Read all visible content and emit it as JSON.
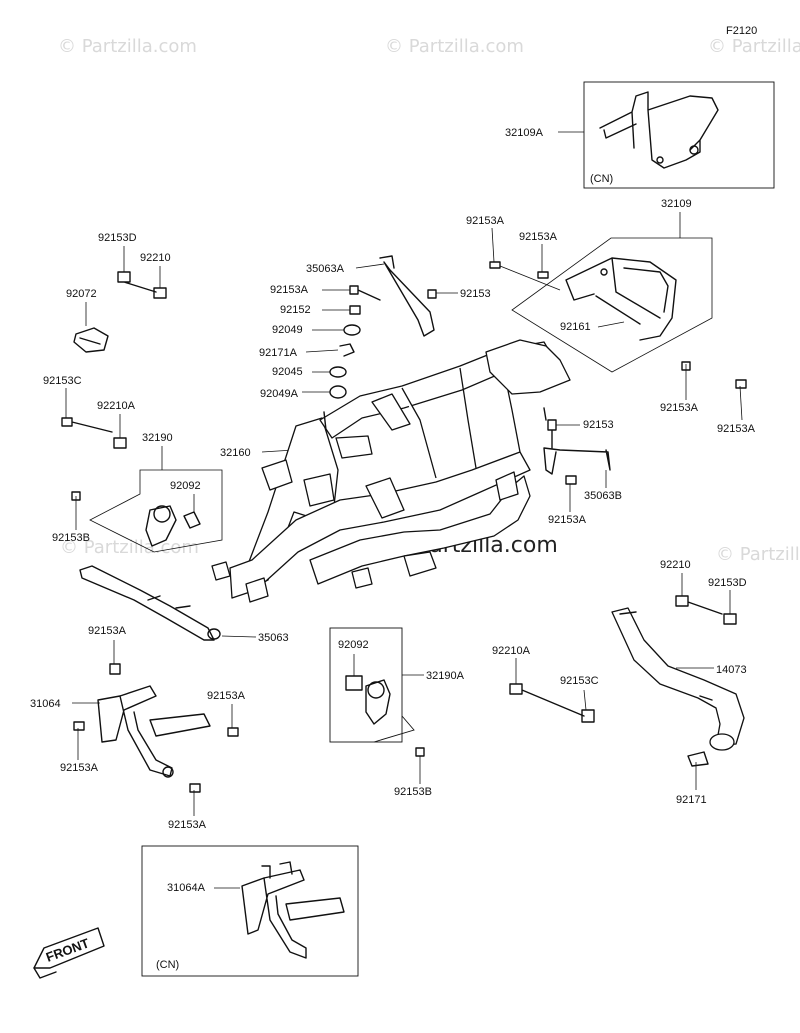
{
  "figure_id": "F2120",
  "watermark": {
    "brand": "© Partzilla.com"
  },
  "labels": {
    "p32109A": "32109A",
    "cn_top": "(CN)",
    "p32109": "32109",
    "p92153A_a": "92153A",
    "p92153A_b": "92153A",
    "p92161": "92161",
    "p92153A_c": "92153A",
    "p92153A_d": "92153A",
    "p92153D_top": "92153D",
    "p92210": "92210",
    "p35063A": "35063A",
    "p92153A_e": "92153A",
    "p92153_top": "92153",
    "p92152": "92152",
    "p92049": "92049",
    "p92171A": "92171A",
    "p92072": "92072",
    "p92045": "92045",
    "p92049A": "92049A",
    "p92153C_left": "92153C",
    "p92210A_left": "92210A",
    "p32160": "32160",
    "p92153_mid": "92153",
    "p32190": "32190",
    "p92092_left": "92092",
    "p35063B": "35063B",
    "p92153A_f": "92153A",
    "p92153B_left": "92153B",
    "p92210_right": "92210",
    "p92153D_right": "92153D",
    "p35063": "35063",
    "p92153A_g": "92153A",
    "p92092_mid": "92092",
    "p32190A": "32190A",
    "p92210A_mid": "92210A",
    "p92153C_mid": "92153C",
    "p14073": "14073",
    "p31064": "31064",
    "p92153A_h": "92153A",
    "p92153A_i": "92153A",
    "p92153A_j": "92153A",
    "p92153B_mid": "92153B",
    "p92171": "92171",
    "p31064A": "31064A",
    "cn_bottom": "(CN)",
    "front": "FRONT"
  }
}
